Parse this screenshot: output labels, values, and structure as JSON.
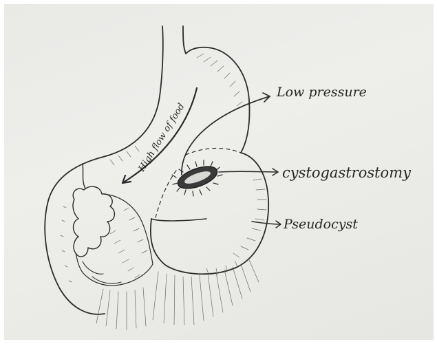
{
  "labels": {
    "low_pressure": "Low pressure",
    "cystogastrostomy": "cystogastrostomy",
    "pseudocyst": "Pseudocyst",
    "high_flow": "High flow of food"
  },
  "colors": {
    "ink": "#2b2b2b",
    "paper": "#ebebe8"
  }
}
